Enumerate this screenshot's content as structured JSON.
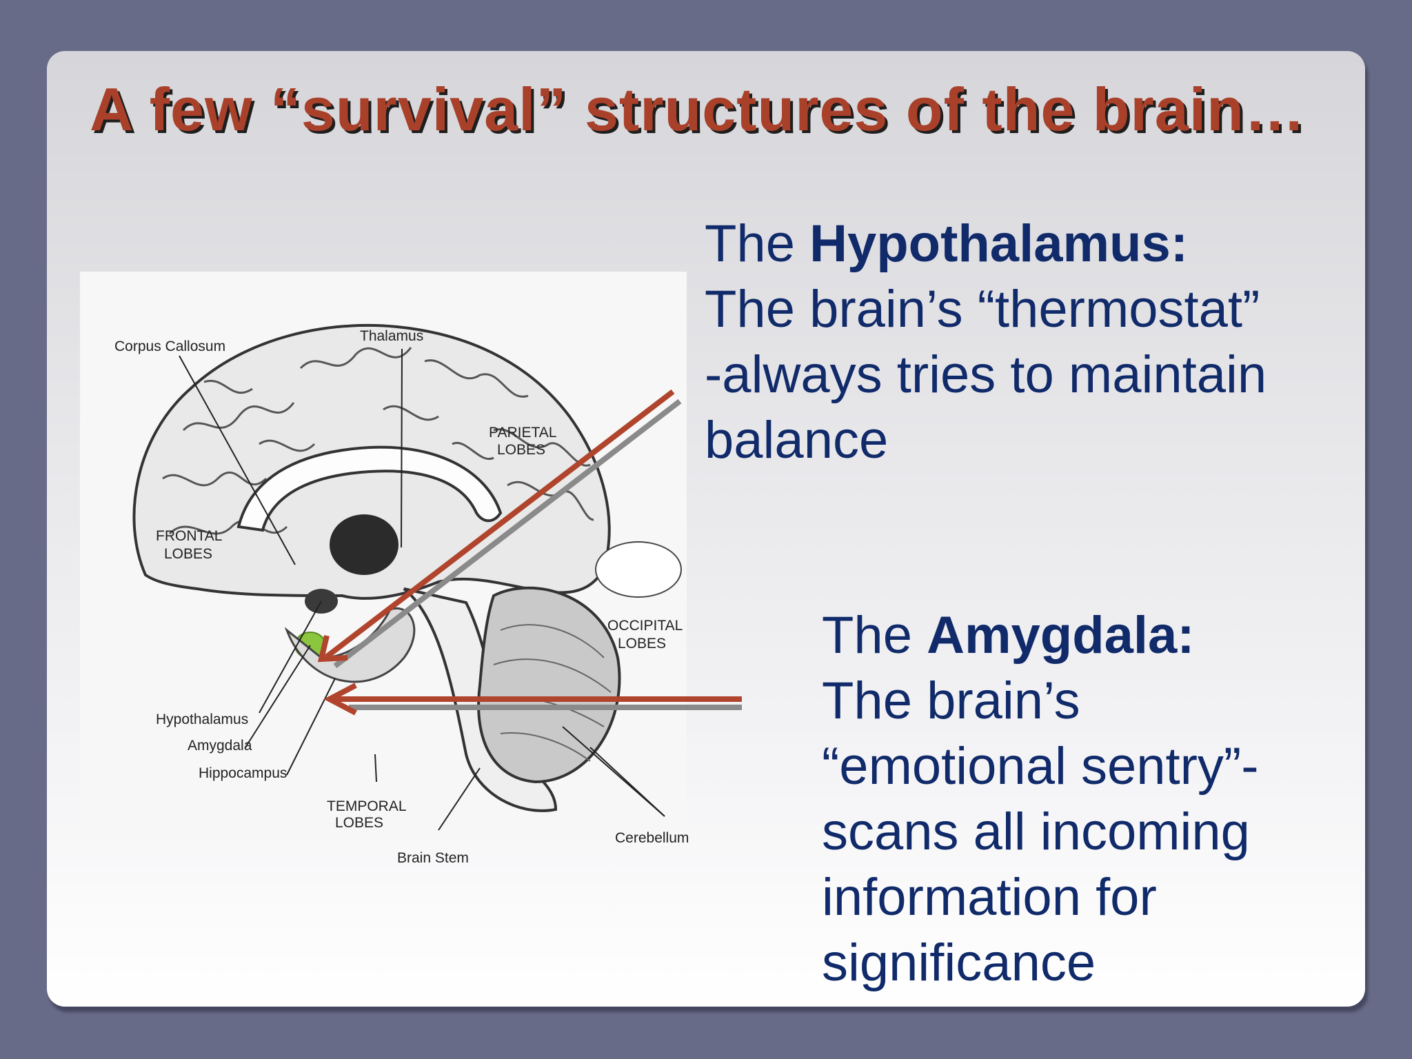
{
  "slide": {
    "title": "A few “survival” structures of the brain…"
  },
  "figure": {
    "labels": {
      "corpus_callosum": "Corpus Callosum",
      "thalamus": "Thalamus",
      "parietal_1": "PARIETAL",
      "parietal_2": "LOBES",
      "frontal_1": "FRONTAL",
      "frontal_2": "LOBES",
      "occipital_1": "OCCIPITAL",
      "occipital_2": "LOBES",
      "hypothalamus": "Hypothalamus",
      "amygdala": "Amygdala",
      "hippocampus": "Hippocampus",
      "temporal_1": "TEMPORAL",
      "temporal_2": "LOBES",
      "brain_stem": "Brain Stem",
      "cerebellum": "Cerebellum"
    },
    "colors": {
      "arrow": "#b0442c",
      "amygdala_highlight": "#8cc63f"
    }
  },
  "hypothalamus": {
    "prefix": "The ",
    "name": "Hypothalamus:",
    "line2": "The brain’s “thermostat”",
    "line3": "-always tries to maintain",
    "line4": "balance"
  },
  "amygdala": {
    "prefix": "The ",
    "name": "Amygdala:",
    "line2": "The brain’s",
    "line3": "“emotional sentry”-",
    "line4": "scans all incoming",
    "line5": "information for",
    "line6": "significance"
  }
}
